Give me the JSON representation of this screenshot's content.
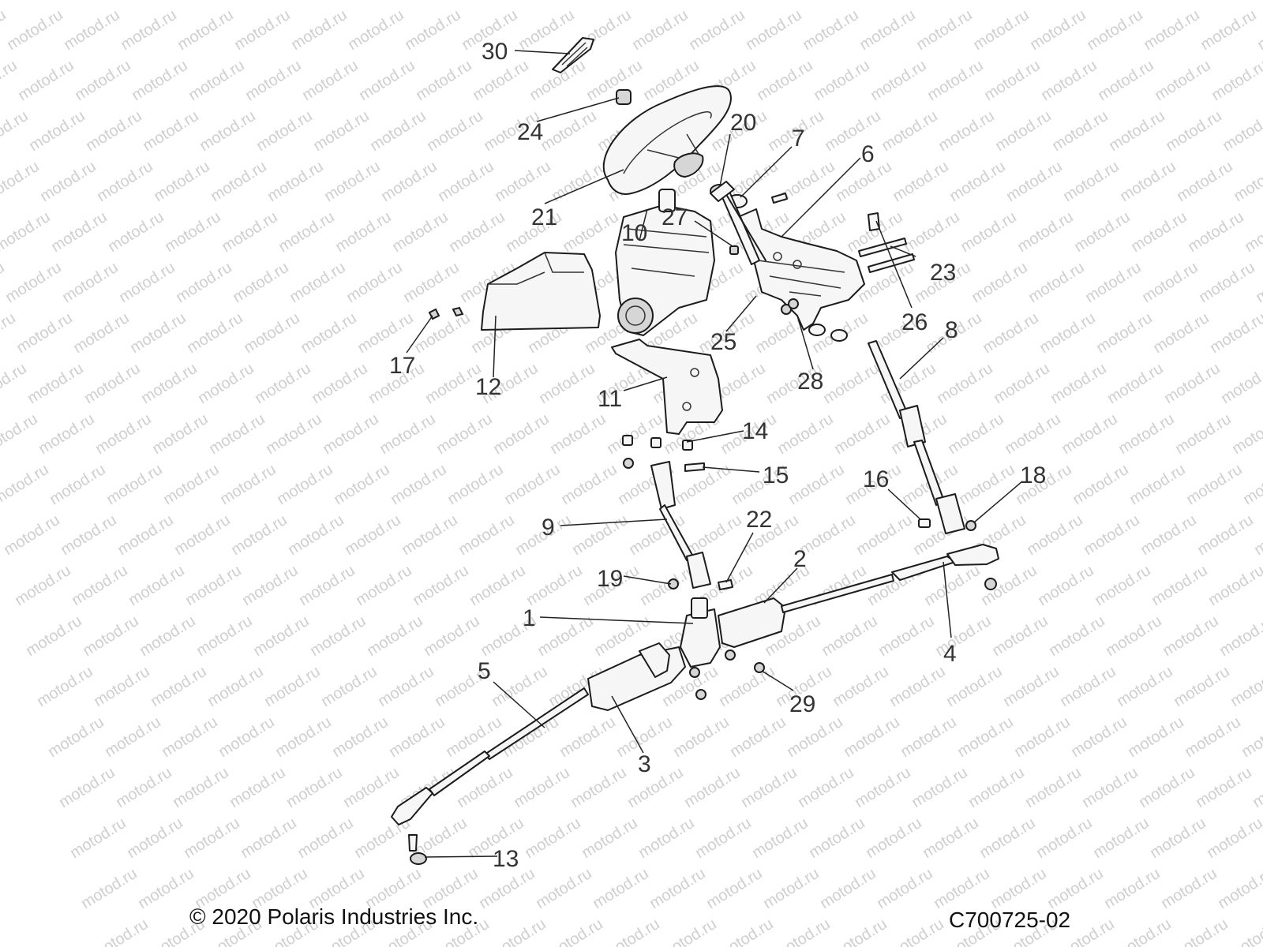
{
  "watermark": "motod.ru",
  "footer": {
    "copyright": "© 2020 Polaris Industries Inc.",
    "drawing_number": "C700725-02"
  },
  "callouts": {
    "c1": "1",
    "c2": "2",
    "c3": "3",
    "c4": "4",
    "c5": "5",
    "c6": "6",
    "c7": "7",
    "c8": "8",
    "c9": "9",
    "c10": "10",
    "c11": "11",
    "c12": "12",
    "c13": "13",
    "c14": "14",
    "c15": "15",
    "c16": "16",
    "c17": "17",
    "c18": "18",
    "c19": "19",
    "c20": "20",
    "c21": "21",
    "c22": "22",
    "c23": "23",
    "c24": "24",
    "c25": "25",
    "c26": "26",
    "c27": "27",
    "c28": "28",
    "c29": "29",
    "c30": "30"
  }
}
